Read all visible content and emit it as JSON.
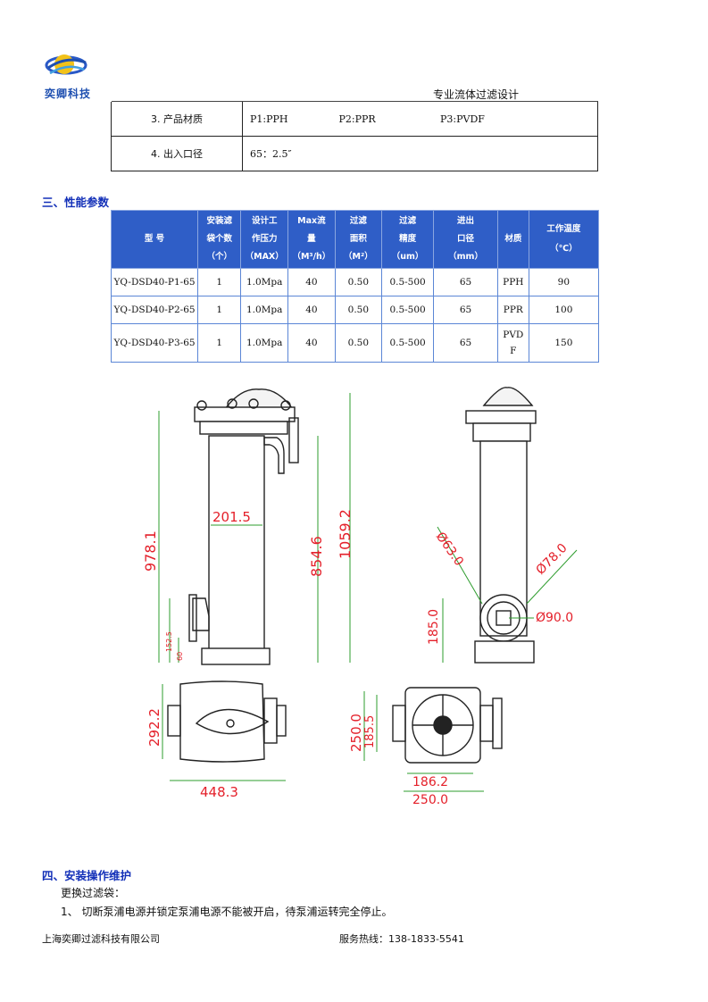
{
  "header": {
    "company_logo_text": "奕卿科技",
    "tagline": "专业流体过滤设计"
  },
  "material_rows": [
    {
      "label": "3. 产品材质",
      "values": [
        "P1:PPH",
        "P2:PPR",
        "P3:PVDF"
      ]
    },
    {
      "label": "4. 出入口径",
      "values": [
        "65：2.5″"
      ]
    }
  ],
  "section3": {
    "title": "三、性能参数",
    "headers": [
      [
        "型 号"
      ],
      [
        "安装滤",
        "袋个数",
        "（个）"
      ],
      [
        "设计工",
        "作压力",
        "（MAX）"
      ],
      [
        "Max流",
        "量",
        "（M³/h）"
      ],
      [
        "过滤",
        "面积",
        "（M²）"
      ],
      [
        "过滤",
        "精度",
        "（um）"
      ],
      [
        "进出",
        "口径",
        "（mm）"
      ],
      [
        "材质"
      ],
      [
        "工作温度",
        "（℃）"
      ]
    ],
    "rows": [
      [
        "YQ-DSD40-P1-65",
        "1",
        "1.0Mpa",
        "40",
        "0.50",
        "0.5-500",
        "65",
        "PPH",
        "90"
      ],
      [
        "YQ-DSD40-P2-65",
        "1",
        "1.0Mpa",
        "40",
        "0.50",
        "0.5-500",
        "65",
        "PPR",
        "100"
      ],
      [
        "YQ-DSD40-P3-65",
        "1",
        "1.0Mpa",
        "40",
        "0.50",
        "0.5-500",
        "65",
        "PVDF",
        "150"
      ]
    ]
  },
  "drawing_dims": {
    "width_2015": "201.5",
    "h_9781": "978.1",
    "h_8546": "854.6",
    "h_10592": "1059.2",
    "h_1525": "152.5",
    "h_60": "60",
    "d_630": "Ø63.0",
    "d_780": "Ø78.0",
    "d_900": "Ø90.0",
    "h_1850": "185.0",
    "d_2922": "292.2",
    "w_4483": "448.3",
    "d_2500a": "250.0",
    "d_1855": "185.5",
    "w_1862": "186.2",
    "w_2500b": "250.0"
  },
  "section4": {
    "title": "四、安装操作维护",
    "subtitle": "更换过滤袋：",
    "item1": "1、  切断泵浦电源并锁定泵浦电源不能被开启，待泵浦运转完全停止。"
  },
  "footer": {
    "company": "上海奕卿过滤科技有限公司",
    "hotline_label": "服务热线：",
    "hotline": "138-1833-5541"
  },
  "colors": {
    "accent": "#1330b8",
    "table_header": "#2f5ec7",
    "dimension": "#e4202a"
  }
}
